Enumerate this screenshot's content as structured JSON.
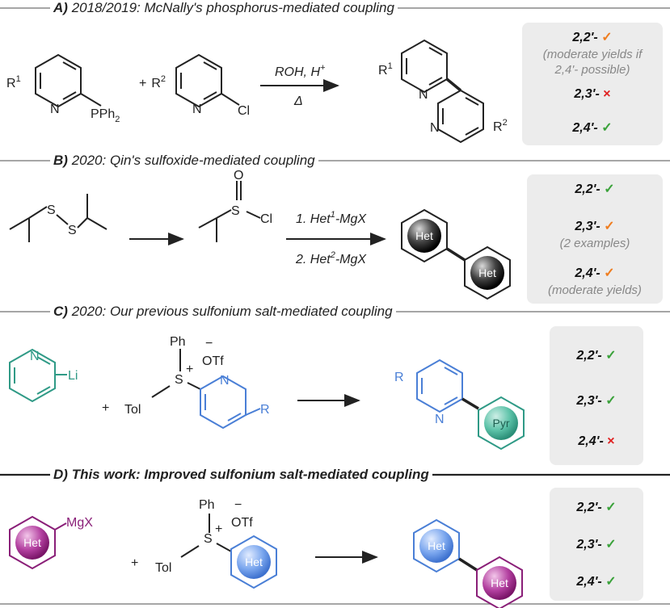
{
  "sections": {
    "a": {
      "label": "A)",
      "title": "2018/2019: McNally's phosphorus-mediated coupling",
      "reagent1": {
        "r": "R",
        "sup": "1",
        "n": "N",
        "group": "PPh",
        "sub": "2"
      },
      "plus": "+",
      "reagent2": {
        "r": "R",
        "sup": "2",
        "n": "N",
        "group": "Cl"
      },
      "conditions_top": "ROH, H",
      "conditions_top_sup": "+",
      "conditions_bottom": "Δ",
      "product": {
        "r1": "R",
        "sup1": "1",
        "n1": "N",
        "n2": "N",
        "r2": "R",
        "sup2": "2"
      },
      "results": [
        {
          "label": "2,2'-",
          "mark": "✓",
          "status": "moderate"
        },
        {
          "note": "(moderate yields if 2,4'- possible)"
        },
        {
          "label": "2,3'-",
          "mark": "×",
          "status": "fail"
        },
        {
          "label": "2,4'-",
          "mark": "✓",
          "status": "ok"
        }
      ]
    },
    "b": {
      "label": "B)",
      "title": "2020: Qin's sulfoxide-mediated coupling",
      "atoms": {
        "s1": "S",
        "s2": "S",
        "s3": "S",
        "o": "O",
        "cl": "Cl"
      },
      "step1": "1. Het",
      "step1_sup": "1",
      "step1_tail": "-MgX",
      "step2": "2. Het",
      "step2_sup": "2",
      "step2_tail": "-MgX",
      "het1": "Het",
      "het2": "Het",
      "results": [
        {
          "label": "2,2'-",
          "mark": "✓",
          "status": "ok"
        },
        {
          "label": "2,3'-",
          "mark": "✓",
          "status": "moderate"
        },
        {
          "note": "(2 examples)"
        },
        {
          "label": "2,4'-",
          "mark": "✓",
          "status": "moderate"
        },
        {
          "note": "(moderate yields)"
        }
      ]
    },
    "c": {
      "label": "C)",
      "title": "2020: Our previous sulfonium salt-mediated coupling",
      "reagent1": {
        "n": "N",
        "li": "Li"
      },
      "plus": "+",
      "reagent2": {
        "ph": "Ph",
        "s": "S",
        "charge": "+",
        "otf": "OTf",
        "minus": "−",
        "tol": "Tol",
        "n": "N",
        "r": "R"
      },
      "product": {
        "r": "R",
        "n": "N",
        "pyr": "Pyr"
      },
      "results": [
        {
          "label": "2,2'-",
          "mark": "✓",
          "status": "ok"
        },
        {
          "label": "2,3'-",
          "mark": "✓",
          "status": "ok"
        },
        {
          "label": "2,4'-",
          "mark": "×",
          "status": "fail"
        }
      ]
    },
    "d": {
      "label": "D)",
      "title": "This work: Improved sulfonium salt-mediated coupling",
      "reagent1": {
        "het": "Het",
        "mgx": "MgX"
      },
      "plus": "+",
      "reagent2": {
        "ph": "Ph",
        "s": "S",
        "charge": "+",
        "otf": "OTf",
        "minus": "−",
        "tol": "Tol",
        "het": "Het"
      },
      "product": {
        "het1": "Het",
        "het2": "Het"
      },
      "results": [
        {
          "label": "2,2'-",
          "mark": "✓",
          "status": "ok"
        },
        {
          "label": "2,3'-",
          "mark": "✓",
          "status": "ok"
        },
        {
          "label": "2,4'-",
          "mark": "✓",
          "status": "ok"
        }
      ]
    }
  },
  "colors": {
    "ok": "#3aa23a",
    "moderate": "#ef7d1f",
    "fail": "#e02020",
    "teal": "#2f9a86",
    "blue": "#4a7fd6",
    "purple": "#8a1f78",
    "panel": "#ececec"
  }
}
